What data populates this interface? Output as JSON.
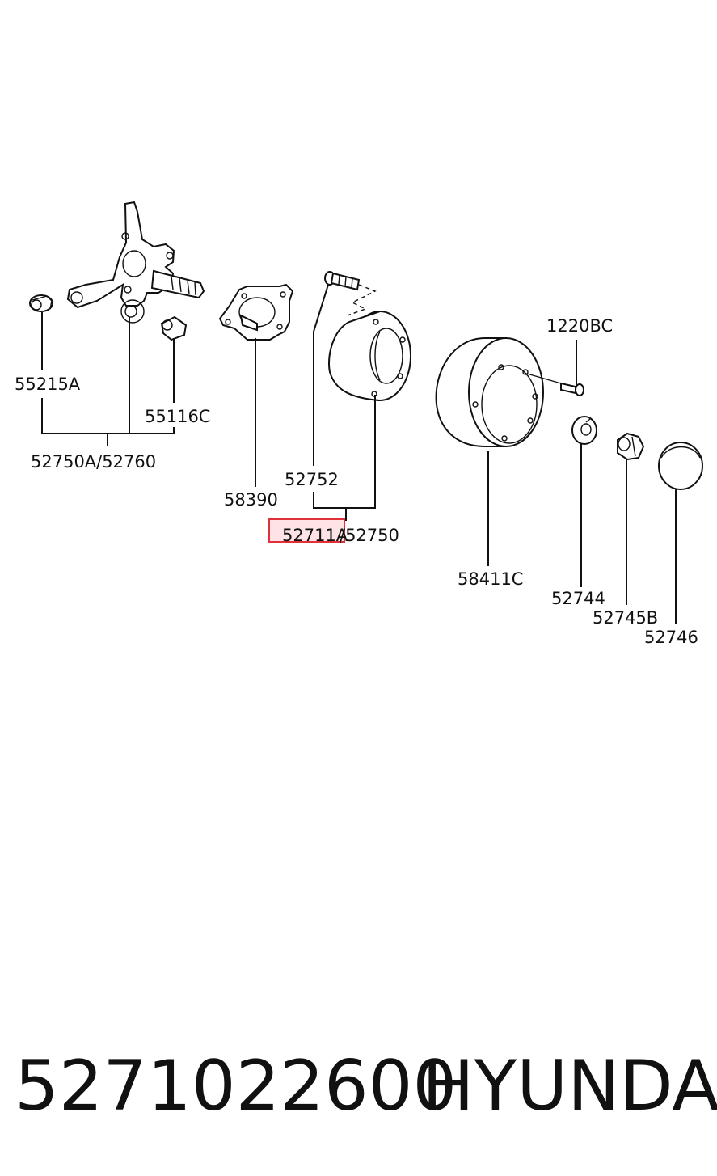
{
  "diagram": {
    "labels": {
      "l_55215A": "55215A",
      "l_55116C": "55116C",
      "l_52750A_52760": "52750A/52760",
      "l_58390": "58390",
      "l_52752": "52752",
      "l_52711A": "52711A",
      "l_52750": "/52750",
      "l_1220BC": "1220BC",
      "l_58411C": "58411C",
      "l_52744": "52744",
      "l_52745B": "52745B",
      "l_52746": "52746"
    },
    "highlighted_label": "52711A",
    "highlight_color": "#e0303a",
    "highlight_fill": "#fde3e6"
  },
  "footer": {
    "part_number": "5271022600",
    "brand": "HYUNDAI"
  }
}
